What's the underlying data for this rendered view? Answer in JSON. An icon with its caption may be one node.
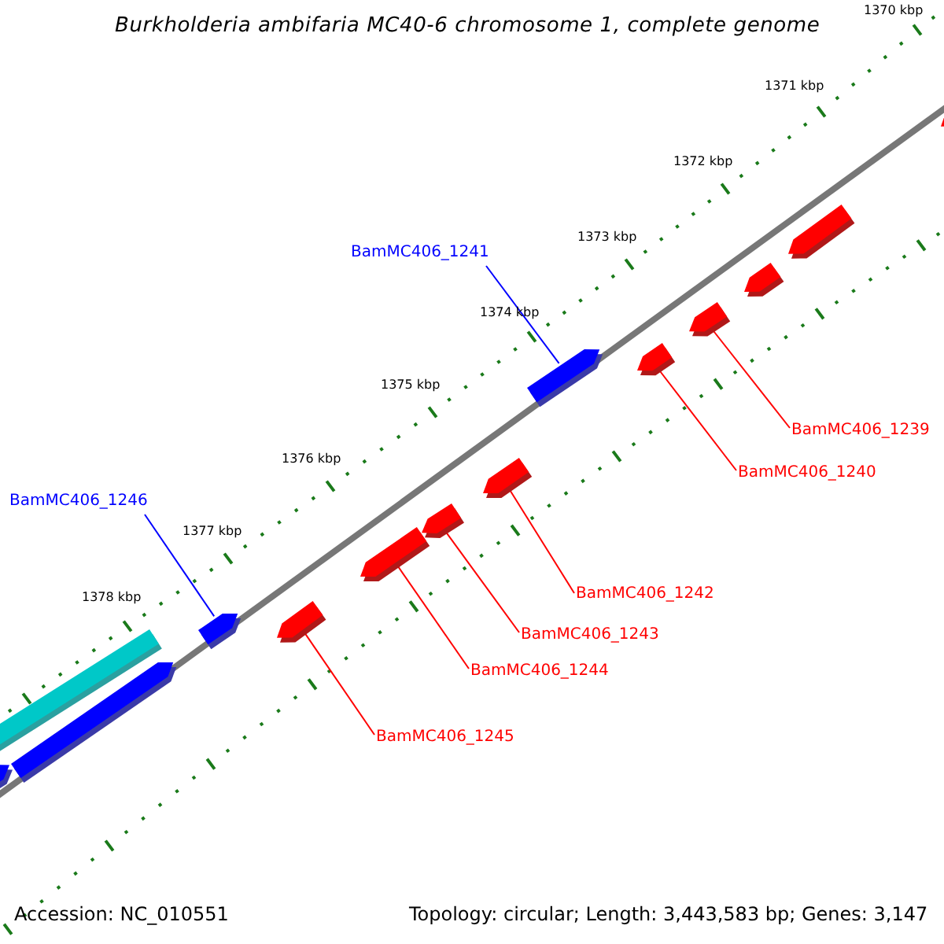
{
  "diagram": {
    "title": "Burkholderia ambifaria MC40-6 chromosome 1, complete genome",
    "nodes": [
      {
        "text": [
          "BamMC406_1241"
        ]
      },
      {
        "text": [
          "BamMC406_1239"
        ]
      },
      {
        "text": [
          "BamMC406_1240"
        ]
      },
      {
        "text": [
          "BamMC406_1246"
        ]
      },
      {
        "text": [
          "BamMC406_1242"
        ]
      },
      {
        "text": [
          "BamMC406_1243"
        ]
      },
      {
        "text": [
          "BamMC406_1244"
        ]
      },
      {
        "text": [
          "BamMC406_1245"
        ]
      },
      {
        "text": [],
        "shape": "arrow"
      },
      {
        "text": [],
        "shape": "bar"
      },
      {
        "text": [],
        "shape": "arrow"
      },
      {
        "text": [],
        "shape": "arrow"
      },
      {
        "text": [],
        "shape": "arrow"
      },
      {
        "text": [],
        "shape": "arrow"
      },
      {
        "text": [],
        "shape": "arrow"
      },
      {
        "text": [],
        "shape": "arrow"
      },
      {
        "text": [],
        "shape": "arrow"
      },
      {
        "text": [],
        "shape": "arrow"
      },
      {
        "text": [],
        "shape": "arrow"
      },
      {
        "text": [],
        "shape": "arrow"
      },
      {
        "text": [],
        "shape": "arrow"
      },
      {
        "text": [],
        "shape": "arrow"
      }
    ],
    "edges": [
      {
        "from": 0,
        "to": 16,
        "arrow": "none",
        "color": "#0000ff"
      },
      {
        "from": 1,
        "to": 18,
        "arrow": "none"
      },
      {
        "from": 2,
        "to": 17,
        "arrow": "none"
      },
      {
        "from": 3,
        "to": 11,
        "arrow": "none",
        "color": "#0000ff"
      },
      {
        "from": 4,
        "to": 15,
        "arrow": "none"
      },
      {
        "from": 5,
        "to": 14,
        "arrow": "none"
      },
      {
        "from": 6,
        "to": 13,
        "arrow": "none"
      },
      {
        "from": 7,
        "to": 12,
        "arrow": "none"
      }
    ],
    "labels": [
      "1370 kbp",
      "1371 kbp",
      "1372 kbp",
      "1373 kbp",
      "1374 kbp",
      "1375 kbp",
      "1376 kbp",
      "1377 kbp",
      "1378 kbp",
      "Accession: NC_010551",
      "Topology: circular; Length: 3,443,583 bp; Genes: 3,147"
    ]
  }
}
